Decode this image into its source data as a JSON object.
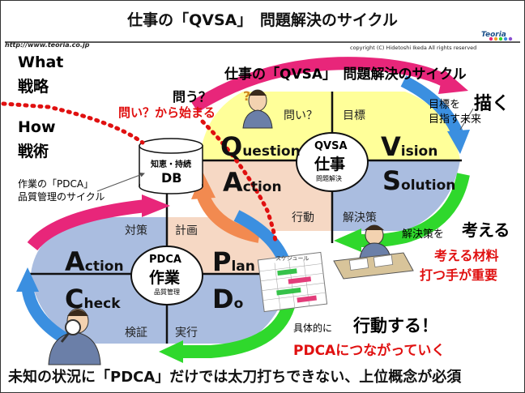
{
  "title": "仕事の「QVSA」　問題解決のサイクル",
  "url": "http://www.teoria.co.jp",
  "copyright": "copyright (C)  Hidetoshi Ikeda All rights reserved",
  "logo": "Teoria",
  "what": "What",
  "what_jp": "戦略",
  "how": "How",
  "how_jp": "戦術",
  "qvsa_heading": "仕事の「QVSA」　問題解決のサイクル",
  "question_prompt": "問う？",
  "question_start": "問い？から始まる",
  "vision_note1": "目標を",
  "vision_note_big": "描く",
  "vision_note2": "目指す未来",
  "db_top": "知恵・持続",
  "db_label": "DB",
  "pdca_caption1": "作業の「PDCA」",
  "pdca_caption2": "品質管理のサイクル",
  "qvsa_center": {
    "acronym": "QVSA",
    "main": "仕事",
    "sub": "問題解決"
  },
  "pdca_center": {
    "acronym": "PDCA",
    "main": "作業",
    "sub": "品質管理"
  },
  "qvsa_cells": {
    "tl": "問い？",
    "tr": "目標",
    "bl": "行動",
    "br": "解決策"
  },
  "pdca_cells": {
    "tl": "対策",
    "tr": "計画",
    "bl": "検証",
    "br": "実行"
  },
  "qvsa_words": {
    "question": {
      "first": "Q",
      "rest": "uestion"
    },
    "vision": {
      "first": "V",
      "rest": "ision"
    },
    "solution": {
      "first": "S",
      "rest": "olution"
    },
    "action": {
      "first": "A",
      "rest": "ction"
    }
  },
  "pdca_words": {
    "action": {
      "first": "A",
      "rest": "ction"
    },
    "plan": {
      "first": "P",
      "rest": "lan"
    },
    "check": {
      "first": "C",
      "rest": "heck"
    },
    "do": {
      "first": "D",
      "rest": "o"
    }
  },
  "solution_note": "解決策を",
  "solution_big": "考える",
  "solution_red1": "考える材料",
  "solution_red2": "打つ手が重要",
  "schedule_label": "スケジュール",
  "do_note": "具体的に",
  "do_big": "行動する！",
  "do_red": "PDCAにつながっていく",
  "footer": "未知の状況に「PDCA」だけでは太刀打ちできない、上位概念が必須",
  "colors": {
    "yellow": "#ffff99",
    "blue": "#aabde0",
    "peach": "#f6d8c4",
    "magenta": "#e8267a",
    "green": "#2fd82c",
    "orange": "#f28a50",
    "red": "#e01010"
  }
}
